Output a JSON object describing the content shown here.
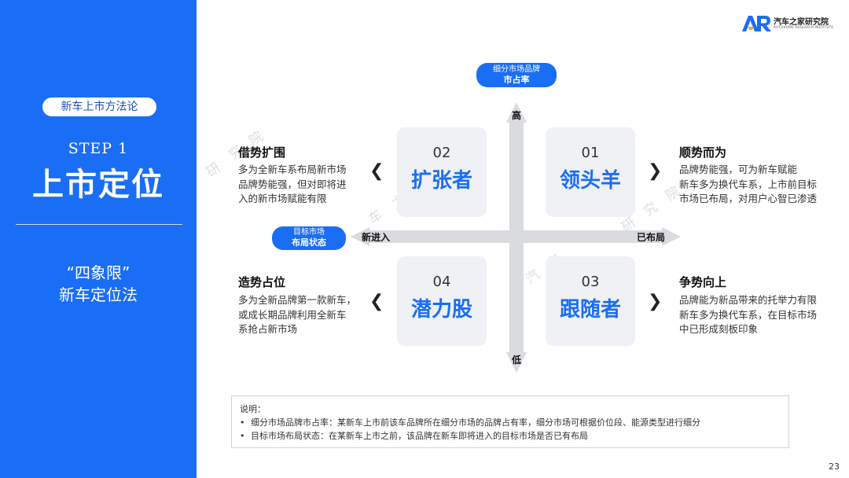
{
  "left": {
    "method_pill": "新车上市方法论",
    "step": "STEP 1",
    "title": "上市定位",
    "subtitle_line1": "“四象限”",
    "subtitle_line2": "新车定位法"
  },
  "logo": {
    "name": "汽车之家研究院",
    "sub": "AUTOHOME RESEARCH INSTITUTE",
    "mark": "AR"
  },
  "axes": {
    "vertical_pill_small": "细分市场品牌",
    "vertical_pill_bold": "市占率",
    "horizontal_pill_small": "目标市场",
    "horizontal_pill_bold": "布局状态",
    "high": "高",
    "low": "低",
    "new_entry": "新进入",
    "already_laid": "已布局"
  },
  "quadrants": [
    {
      "num": "01",
      "name": "领头羊",
      "title": "顺势而为",
      "desc": [
        "品牌势能强，可为新车赋能",
        "新车多为换代车系，上市前目标",
        "市场已布局，对用户心智已渗透"
      ]
    },
    {
      "num": "02",
      "name": "扩张者",
      "title": "借势扩围",
      "desc": [
        "多为全新车系布局新市场",
        "品牌势能强，但对即将进",
        "入的新市场赋能有限"
      ]
    },
    {
      "num": "03",
      "name": "跟随者",
      "title": "争势向上",
      "desc": [
        "品牌能为新品带来的托举力有限",
        "新车多为换代车系，在目标市场",
        "中已形成刻板印象"
      ]
    },
    {
      "num": "04",
      "name": "潜力股",
      "title": "造势占位",
      "desc": [
        "多为全新品牌第一款新车，",
        "或成长期品牌利用全新车",
        "系抢占新市场"
      ]
    }
  ],
  "note": {
    "heading": "说明：",
    "items": [
      "细分市场品牌市占率：某新车上市前该车品牌所在细分市场的品牌占有率，细分市场可根据价位段、能源类型进行细分",
      "目标市场布局状态：在某新车上市之前，该品牌在新车即将进入的目标市场是否已有布局"
    ]
  },
  "page_number": "23",
  "icons": {
    "chevron_left": "❮",
    "chevron_right": "❯"
  },
  "colors": {
    "brand_blue": "#1a6ef5",
    "box_bg": "#eff1f4",
    "axis_gray": "#d9dbdf"
  }
}
